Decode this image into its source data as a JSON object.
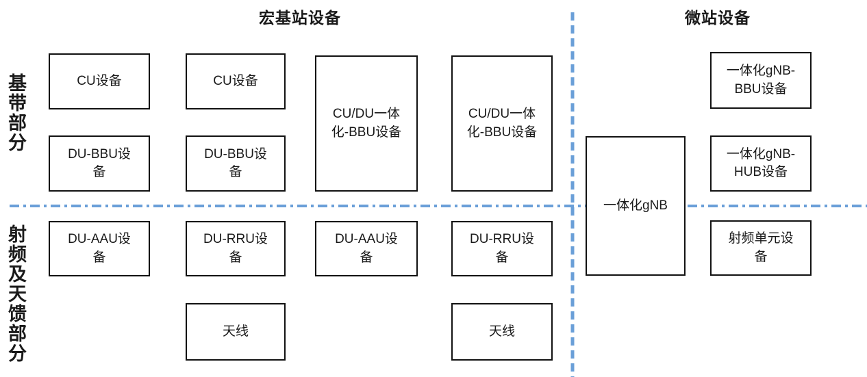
{
  "titles": {
    "macro": "宏基站设备",
    "micro": "微站设备"
  },
  "row_labels": {
    "baseband": "基带部分",
    "rf": "射频及天馈部分"
  },
  "boxes": {
    "cu1": "CU设备",
    "cu2": "CU设备",
    "dubbu1": "DU-BBU设\n备",
    "dubbu2": "DU-BBU设\n备",
    "cudu1": "CU/DU一体\n化-BBU设备",
    "cudu2": "CU/DU一体\n化-BBU设备",
    "duaau1": "DU-AAU设\n备",
    "durru1": "DU-RRU设\n备",
    "duaau2": "DU-AAU设\n备",
    "durru2": "DU-RRU设\n备",
    "antenna1": "天线",
    "antenna2": "天线",
    "gnb": "一体化gNB",
    "gnb_bbu": "一体化gNB-\nBBU设备",
    "gnb_hub": "一体化gNB-\nHUB设备",
    "rf_unit": "射频单元设\n备"
  },
  "colors": {
    "divider_blue": "#6A9FD8",
    "box_border": "#111111",
    "text": "#1a1a1a"
  }
}
